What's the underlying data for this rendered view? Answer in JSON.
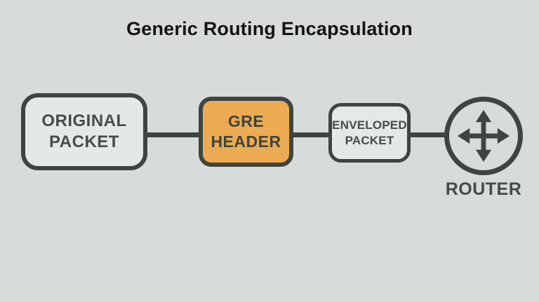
{
  "title": "Generic Routing Encapsulation",
  "nodes": {
    "original": {
      "line1": "ORIGINAL",
      "line2": "PACKET"
    },
    "gre": {
      "line1": "GRE",
      "line2": "HEADER"
    },
    "enveloped": {
      "line1": "ENVELOPED",
      "line2": "PACKET"
    },
    "router": {
      "label": "ROUTER"
    }
  },
  "icons": {
    "router": "four-direction-arrows-icon"
  },
  "colors": {
    "background": "#d7dbd9",
    "node_fill": "#e4e8e6",
    "node_border": "#3e4541",
    "gre_fill": "#ecab52",
    "node_text": "#474c49",
    "title_text": "#121413",
    "connector": "#3e4541"
  }
}
